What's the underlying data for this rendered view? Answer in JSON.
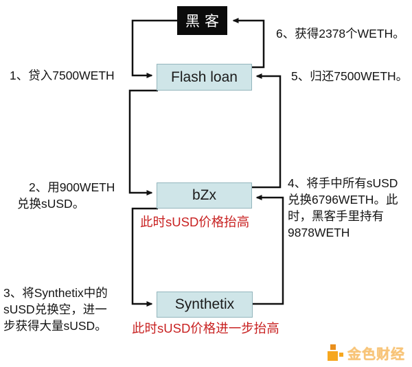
{
  "nodes": {
    "hacker": {
      "label": "黑客"
    },
    "flash_loan": {
      "label": "Flash loan"
    },
    "bzx": {
      "label": "bZx"
    },
    "synthetix": {
      "label": "Synthetix"
    }
  },
  "steps": [
    {
      "id": "1",
      "lines": [
        "1、贷入7500WETH"
      ]
    },
    {
      "id": "2",
      "lines": [
        "2、用900WETH",
        "兑换sUSD。"
      ]
    },
    {
      "id": "3",
      "lines": [
        "3、将Synthetix中的",
        "sUSD兑换空，进一",
        "步获得大量sUSD。"
      ]
    },
    {
      "id": "4",
      "lines": [
        "4、将手中所有sUSD",
        "兑换6796WETH。此",
        "时，黑客手里持有",
        "9878WETH"
      ]
    },
    {
      "id": "5",
      "lines": [
        "5、归还7500WETH。"
      ]
    },
    {
      "id": "6",
      "lines": [
        "6、获得2378个WETH。"
      ]
    }
  ],
  "annotations": {
    "bzx_note": "此时sUSD价格抬高",
    "synthetix_note": "此时sUSD价格进一步抬高"
  },
  "watermark": {
    "text": "金色财经"
  },
  "colors": {
    "box_fill": "#cfe5e8",
    "box_border": "#93b5bc",
    "hacker_bg": "#0b0b0b",
    "hacker_text": "#ffffff",
    "annotation_red": "#c82121",
    "connector_black": "#111111",
    "watermark_orange": "#f6a71f",
    "watermark_text": "#f8c478"
  }
}
